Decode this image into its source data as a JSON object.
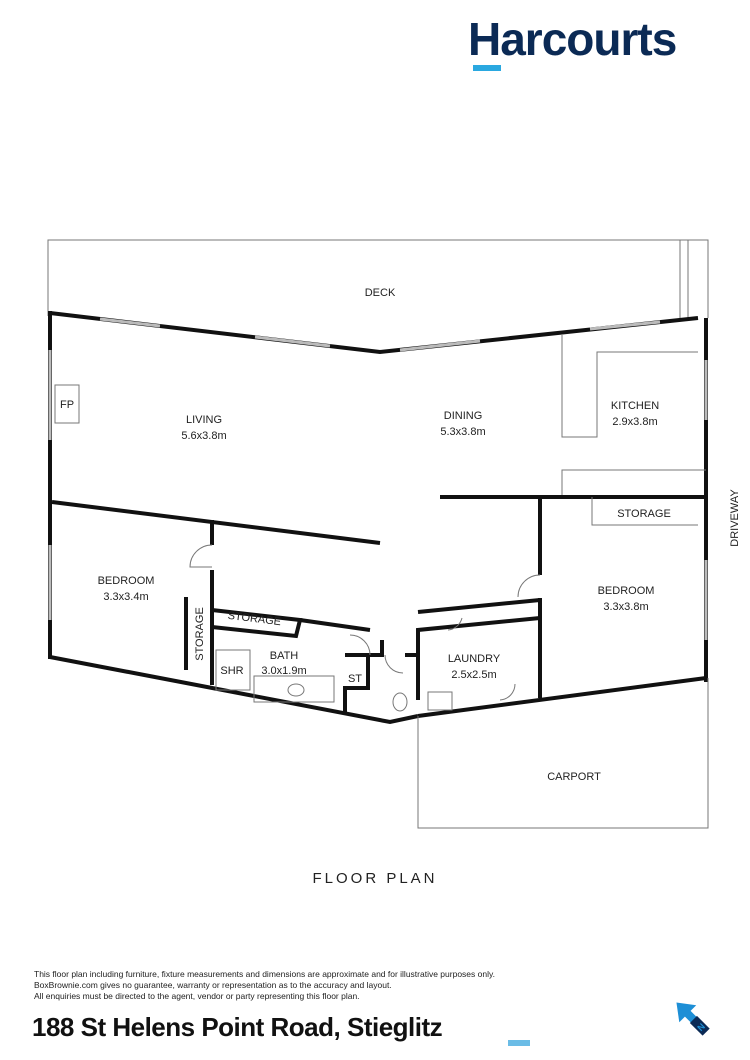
{
  "brand": {
    "name": "Harcourts",
    "navy": "#0b2a55",
    "accent": "#2aa8e0"
  },
  "rooms": {
    "deck": "DECK",
    "fp": "FP",
    "living": {
      "name": "LIVING",
      "size": "5.6x3.8m"
    },
    "dining": {
      "name": "DINING",
      "size": "5.3x3.8m"
    },
    "kitchen": {
      "name": "KITCHEN",
      "size": "2.9x3.8m"
    },
    "storage": "STORAGE",
    "driveway": "DRIVEWAY",
    "bedroom1": {
      "name": "BEDROOM",
      "size": "3.3x3.4m"
    },
    "bedroom2": {
      "name": "BEDROOM",
      "size": "3.3x3.8m"
    },
    "bath": {
      "name": "BATH",
      "size": "3.0x1.9m"
    },
    "shr": "SHR",
    "st": "ST",
    "laundry": {
      "name": "LAUNDRY",
      "size": "2.5x2.5m"
    },
    "carport": "CARPORT"
  },
  "plan_title": "FLOOR PLAN",
  "disclaimer": [
    "This floor plan including furniture, fixture measurements and dimensions are approximate and for illustrative purposes only.",
    "BoxBrownie.com gives no guarantee, warranty or representation as to the accuracy and layout.",
    "All enquiries must be directed to the agent, vendor or party representing this floor plan."
  ],
  "address": "188 St Helens Point Road, Stieglitz",
  "compass": "N"
}
